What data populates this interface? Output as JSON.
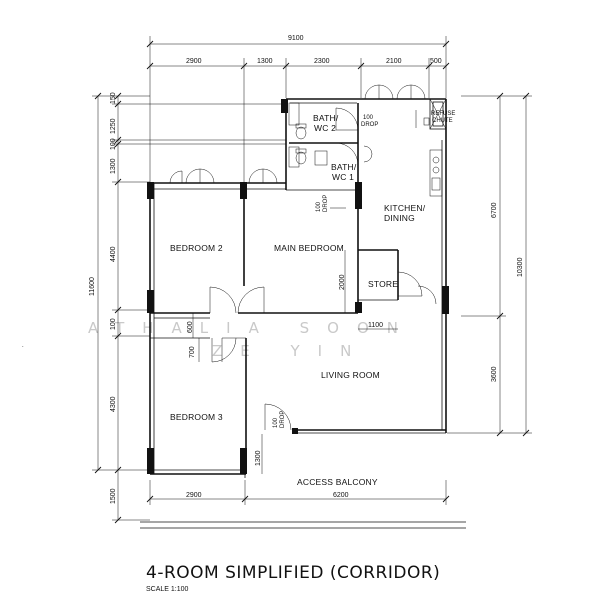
{
  "title": "4-ROOM SIMPLIFIED (CORRIDOR)",
  "scale_label": "SCALE 1:100",
  "watermark": {
    "line1": "ATHALIA SOON",
    "line2": "ZE YIN"
  },
  "dimensions": {
    "top_overall": "9100",
    "top_segments": [
      "2900",
      "1300",
      "2300",
      "2100",
      "500"
    ],
    "bottom_segments": [
      "2900",
      "6200"
    ],
    "left_overall": "11600",
    "left_segments": [
      "150",
      "1250",
      "100",
      "1300",
      "4400",
      "100",
      "4300",
      "1500"
    ],
    "right_overall": "10300",
    "right_segments": [
      "6700",
      "3600"
    ],
    "interior": {
      "d_600": "600",
      "d_700": "700",
      "d_1100": "1100",
      "d_2000": "2000",
      "d_1300": "1300"
    }
  },
  "rooms": {
    "bath_wc_2": [
      "BATH/",
      "WC 2"
    ],
    "bath_wc_1": [
      "BATH/",
      "WC 1"
    ],
    "kitchen": [
      "KITCHEN/",
      "DINING"
    ],
    "bedroom_2": "BEDROOM 2",
    "main_bedroom": "MAIN BEDROOM",
    "store": "STORE",
    "living_room": "LIVING ROOM",
    "bedroom_3": "BEDROOM 3",
    "access_balcony": "ACCESS BALCONY",
    "refuse_chute": [
      "REFUSE",
      "CHUTE"
    ]
  },
  "notes": {
    "drop_a": [
      "100",
      "DROP"
    ],
    "drop_b": [
      "100",
      "DROP"
    ],
    "drop_c": [
      "100",
      "DROP"
    ]
  }
}
